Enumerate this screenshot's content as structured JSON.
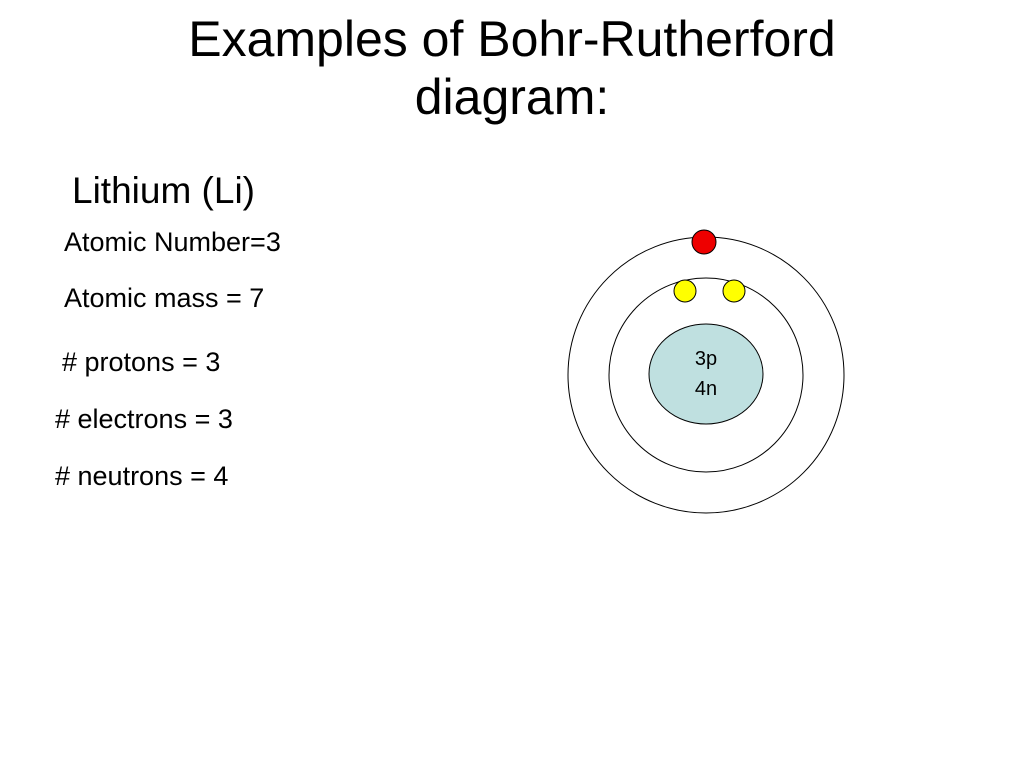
{
  "slide": {
    "title_line1": "Examples of Bohr-Rutherford",
    "title_line2": "diagram:",
    "element_name": "Lithium (Li)"
  },
  "facts": {
    "atomic_number": "Atomic Number=3",
    "atomic_mass": "Atomic mass = 7",
    "protons": "# protons = 3",
    "electrons": "# electrons = 3",
    "neutrons": "# neutrons = 4"
  },
  "diagram": {
    "nucleus_protons": "3p",
    "nucleus_neutrons": "4n",
    "nucleus_color": "#bfe0e0",
    "shells": [
      {
        "electrons": 2,
        "electron_color": "#ffff00"
      },
      {
        "electrons": 1,
        "electron_color": "#ee0000"
      }
    ]
  }
}
